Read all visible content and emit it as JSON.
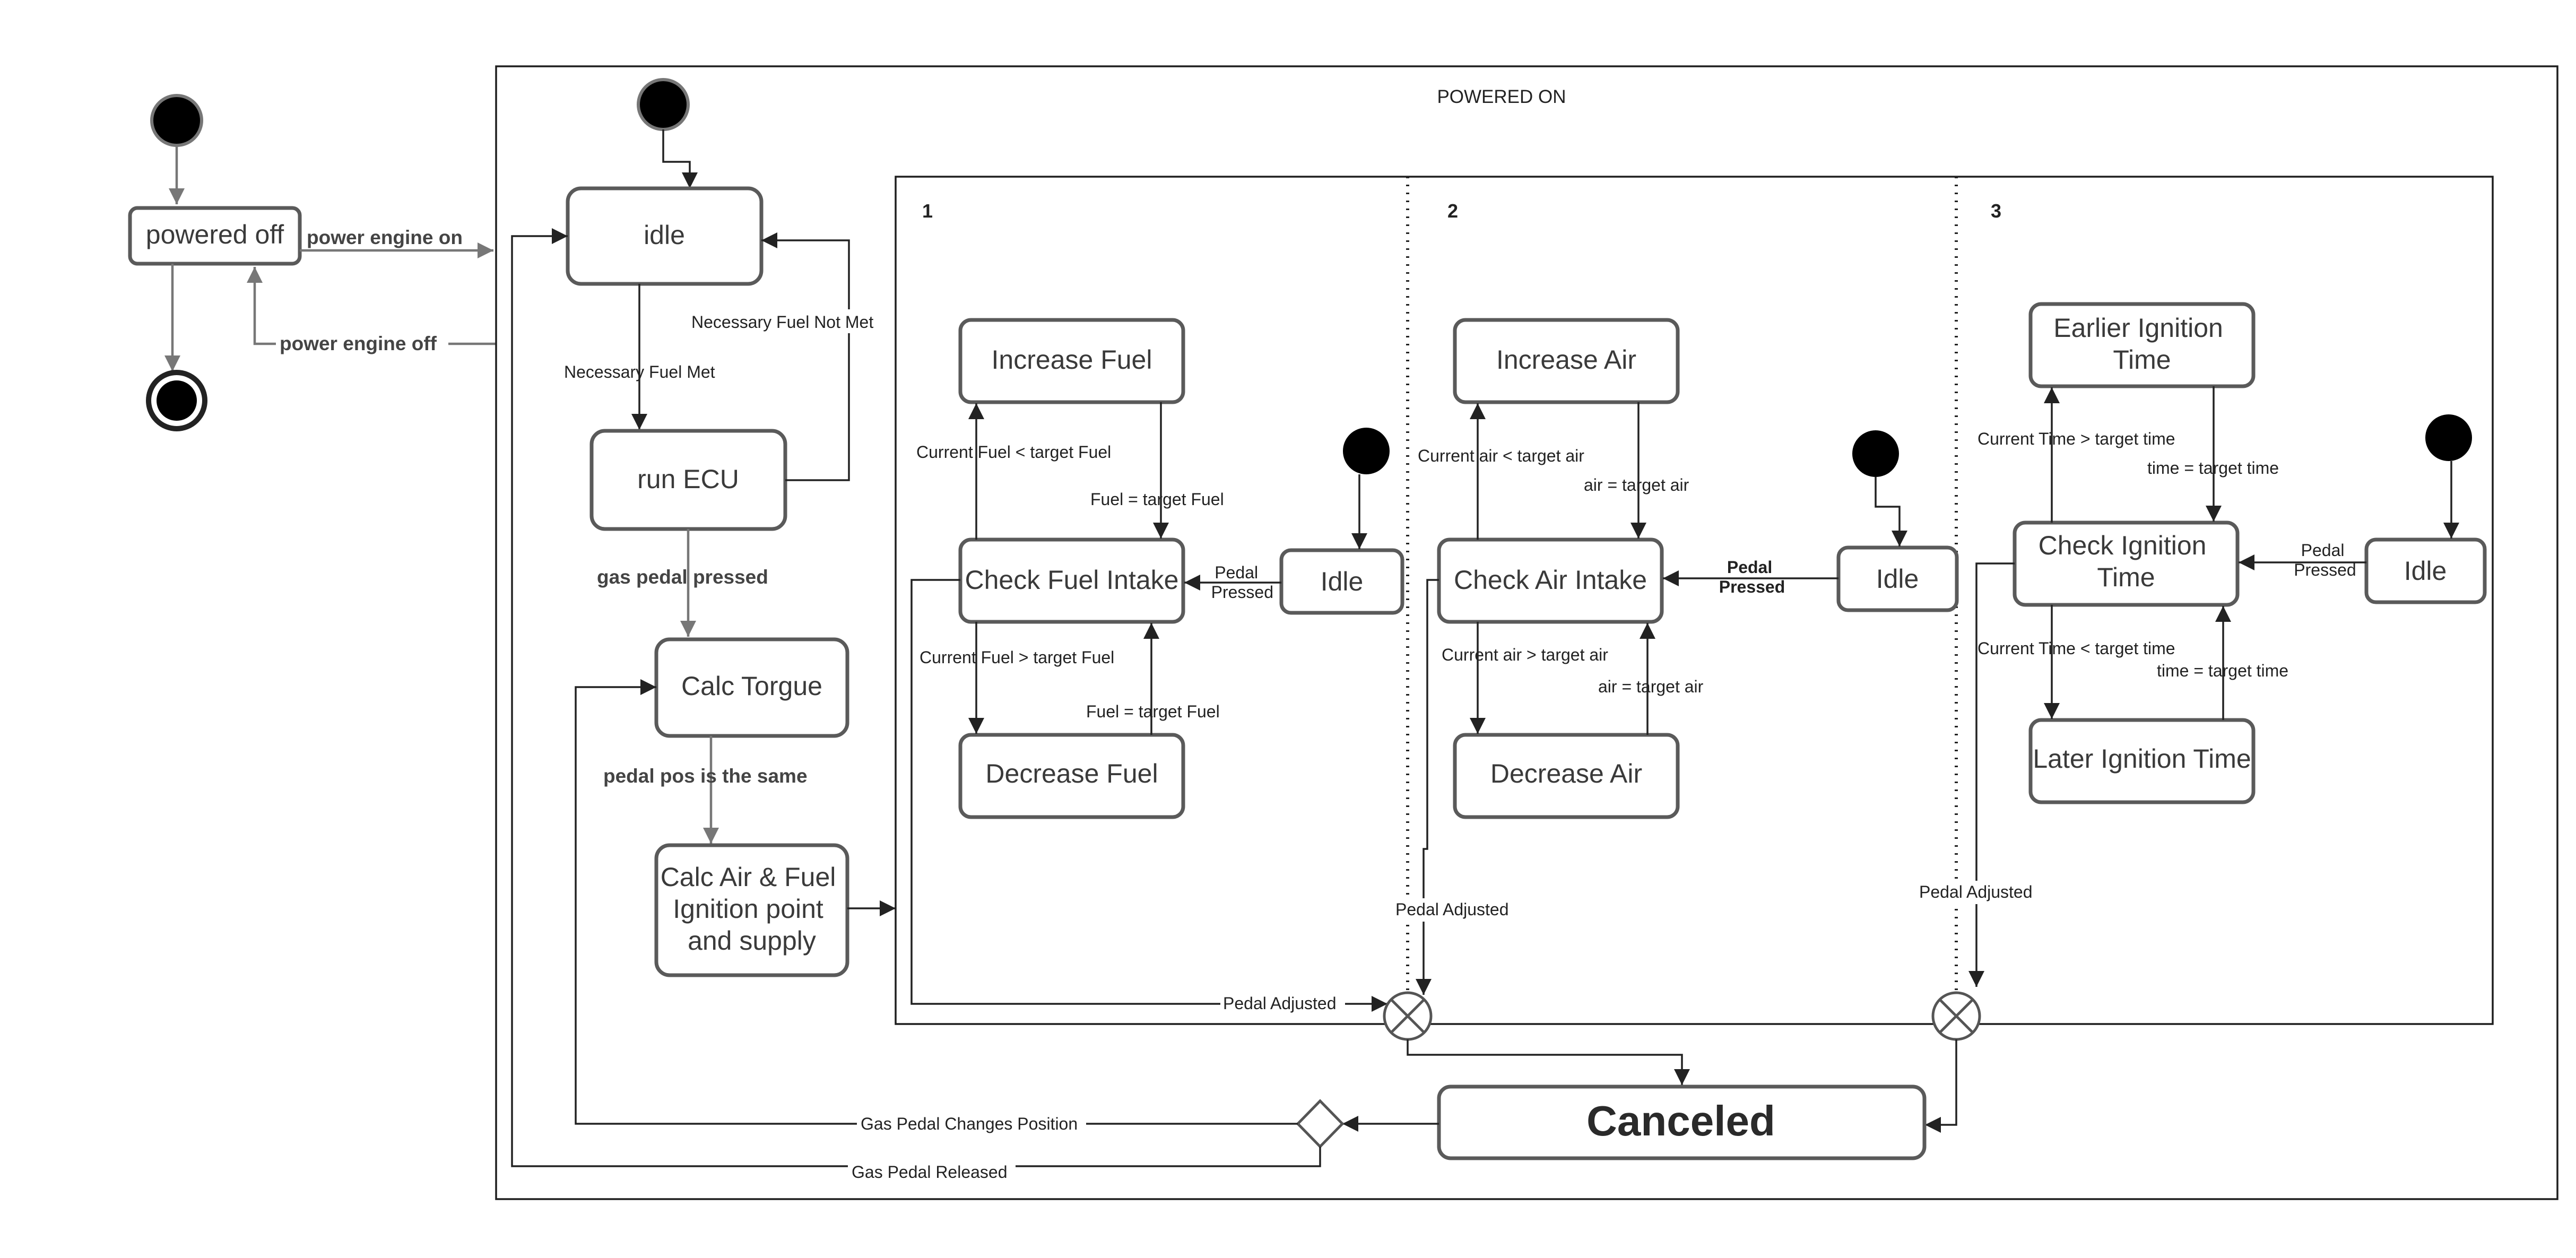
{
  "outer": {
    "states": {
      "powered_off": "powered off"
    },
    "transitions": {
      "power_on": "power engine on",
      "power_off": "power engine off"
    }
  },
  "powered_on": {
    "title": "POWERED ON",
    "states": {
      "idle": "idle",
      "run_ecu": "run ECU",
      "calc_torque": "Calc Torgue",
      "calc_air_fuel": [
        "Calc Air & Fuel",
        "Ignition point",
        "and supply"
      ],
      "canceled": "Canceled"
    },
    "transitions": {
      "fuel_met": "Necessary Fuel Met",
      "fuel_not_met": "Necessary Fuel Not Met",
      "gas_pressed": "gas pedal pressed",
      "pedal_same": "pedal pos is the same",
      "gas_changes": "Gas Pedal Changes Position",
      "gas_released": "Gas Pedal Released"
    }
  },
  "regions": [
    {
      "number": "1",
      "states": {
        "increase": "Increase Fuel",
        "check": "Check Fuel Intake",
        "decrease": "Decrease Fuel",
        "idle": "Idle"
      },
      "transitions": {
        "lt": "Current Fuel < target Fuel",
        "eq_top": "Fuel = target Fuel",
        "gt": "Current Fuel > target Fuel",
        "eq_bottom": "Fuel = target Fuel",
        "pedal_pressed": [
          "Pedal",
          "Pressed"
        ],
        "pedal_adjusted": "Pedal Adjusted"
      }
    },
    {
      "number": "2",
      "states": {
        "increase": "Increase Air",
        "check": "Check Air Intake",
        "decrease": "Decrease Air",
        "idle": "Idle"
      },
      "transitions": {
        "lt": "Current air < target air",
        "eq_top": "air = target air",
        "gt": "Current air > target air",
        "eq_bottom": "air = target air",
        "pedal_pressed": [
          "Pedal",
          "Pressed"
        ],
        "pedal_adjusted": "Pedal Adjusted"
      }
    },
    {
      "number": "3",
      "states": {
        "earlier": [
          "Earlier Ignition",
          "Time"
        ],
        "check": [
          "Check Ignition",
          "Time"
        ],
        "later": "Later Ignition Time",
        "idle": "Idle"
      },
      "transitions": {
        "gt": "Current Time > target time",
        "eq_top": "time = target time",
        "lt": "Current Time < target time",
        "eq_bottom": "time = target time",
        "pedal_pressed": [
          "Pedal",
          "Pressed"
        ],
        "pedal_adjusted": "Pedal Adjusted"
      }
    }
  ]
}
